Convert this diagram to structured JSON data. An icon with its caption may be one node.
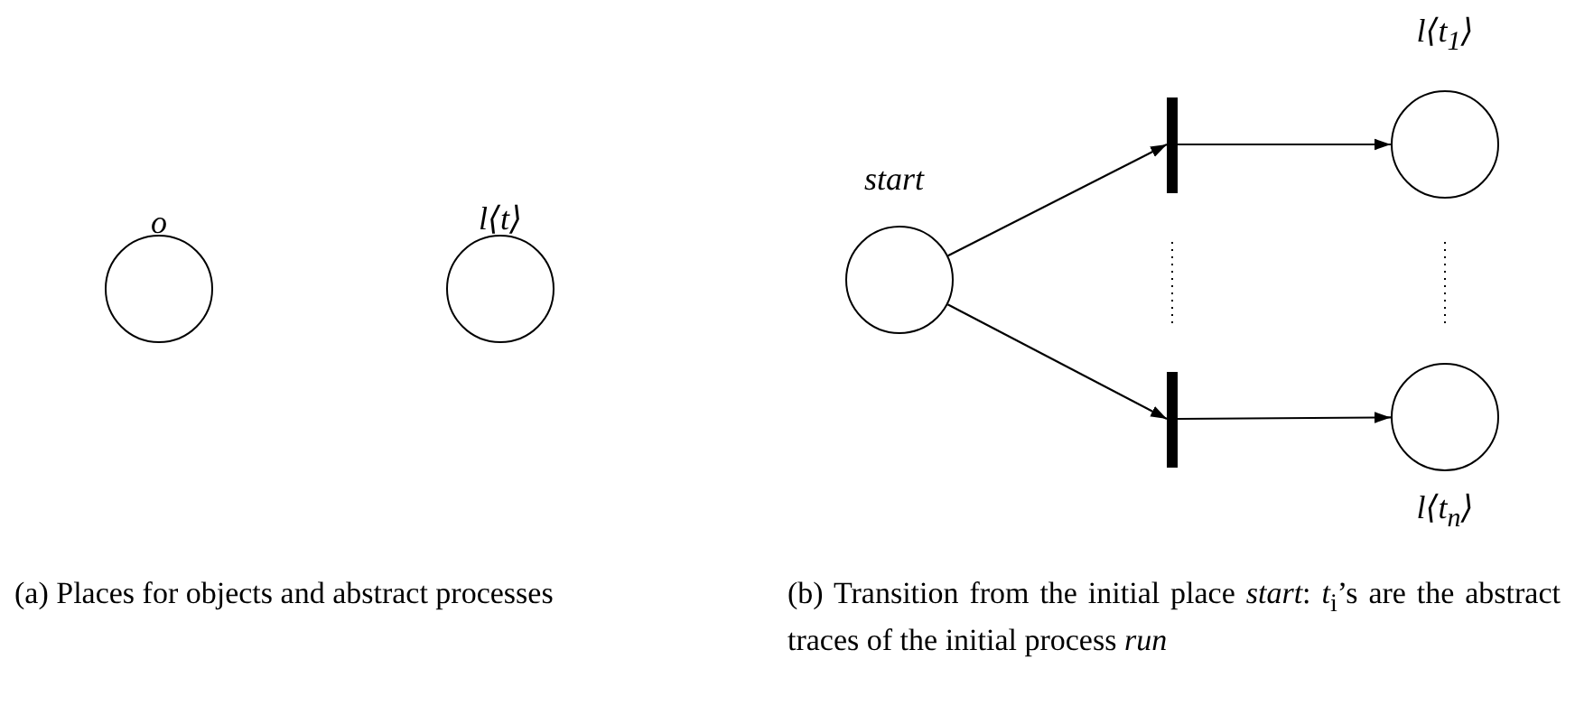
{
  "diagram": {
    "nodes": [
      {
        "text": [
          "o"
        ]
      },
      {
        "text": [
          "l⟨t⟩"
        ]
      },
      {
        "text": [
          "start"
        ]
      },
      {
        "text": [],
        "shape": "bar"
      },
      {
        "text": [
          "l⟨t$_{1}$⟩"
        ]
      },
      {
        "text": [],
        "shape": "bar"
      },
      {
        "text": [
          "l⟨t$_{n}$⟩"
        ]
      }
    ],
    "edges": [
      {
        "from": 2,
        "to": 3,
        "arrow": "to"
      },
      {
        "from": 3,
        "to": 4,
        "arrow": "to"
      },
      {
        "from": 2,
        "to": 5,
        "arrow": "to"
      },
      {
        "from": 5,
        "to": 6,
        "arrow": "to"
      }
    ],
    "labels": [
      "(a) Places for objects and abstract processes",
      "(b) Transition from the initial place *start*: *t*$_{i}$’s are the abstract traces of the initial process *run*"
    ]
  }
}
